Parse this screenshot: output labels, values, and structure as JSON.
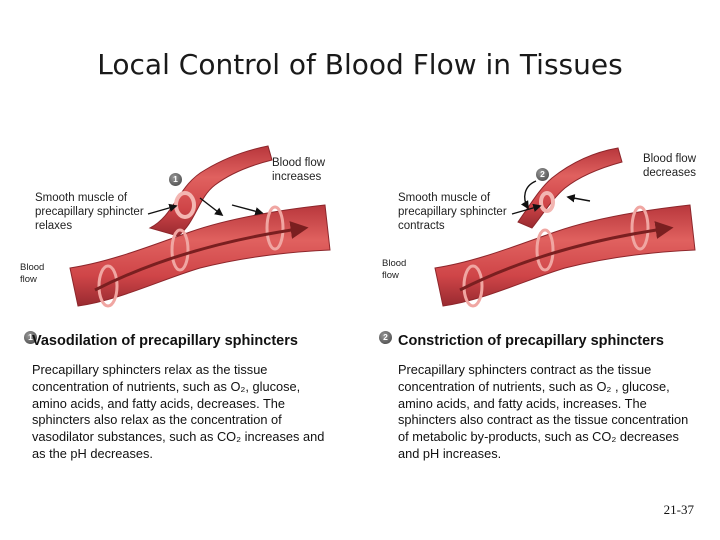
{
  "title": "Local Control of Blood Flow in Tissues",
  "left": {
    "badge": "1",
    "flow_label": "Blood flow increases",
    "muscle_label": "Smooth muscle of precapillary sphincter relaxes",
    "blood_flow": "Blood flow",
    "heading": "Vasodilation of precapillary sphincters",
    "body": "Precapillary sphincters relax as the tissue concentration of nutrients, such as O₂, glucose, amino acids, and fatty acids, decreases. The sphincters also relax as the concentration of vasodilator substances, such as CO₂ increases and as the pH decreases."
  },
  "right": {
    "badge": "2",
    "flow_label": "Blood flow decreases",
    "muscle_label": "Smooth muscle of precapillary sphincter contracts",
    "blood_flow": "Blood flow",
    "heading": "Constriction of precapillary sphincters",
    "body": "Precapillary sphincters contract as the tissue concentration of nutrients, such as O₂ , glucose, amino acids, and fatty acids, increases. The sphincters also contract as the tissue concentration of metabolic by-products, such as CO₂ decreases and pH increases."
  },
  "slide_number": "21-37",
  "colors": {
    "vessel": "#cf4548",
    "vessel_dark": "#a92e33",
    "vessel_light": "#ea8a86",
    "band": "#f0a6a2",
    "arrow": "#7a1f20"
  }
}
